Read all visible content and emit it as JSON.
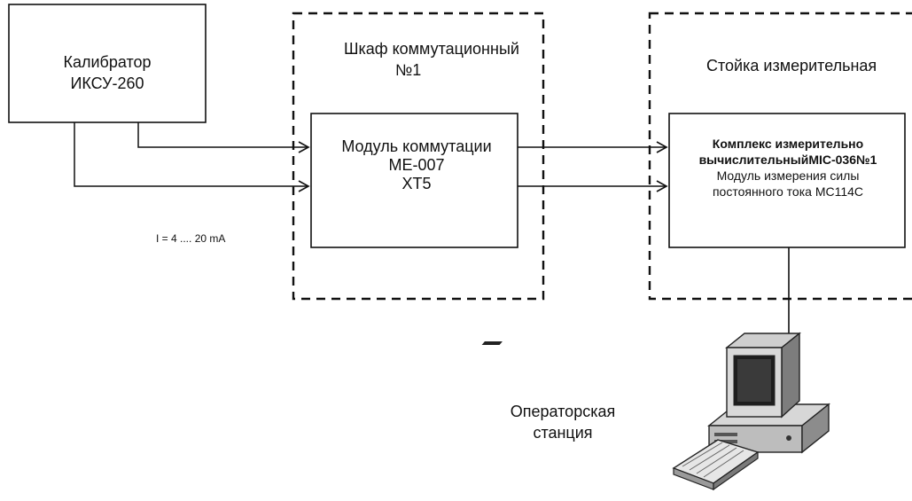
{
  "calibrator": {
    "line1": "Калибратор",
    "line2": "ИКСУ-260"
  },
  "current_range": "I = 4 .... 20 mA",
  "switch_cabinet": {
    "line1": "Шкаф коммутационный",
    "line2": "№1"
  },
  "switch_module": {
    "line1": "Модуль коммутации",
    "line2": "МЕ-007",
    "line3": "ХТ5"
  },
  "measuring_rack": {
    "title": "Стойка измерительная"
  },
  "complex": {
    "line1": "Комплекс измерительно",
    "line2": "вычислительныйМІС-036№1",
    "line3": "Модуль измерения силы",
    "line4": "постоянного тока МС114С"
  },
  "operator_station": {
    "line1": "Операторская",
    "line2": "станция"
  },
  "icons": {
    "workstation": "computer-workstation-icon"
  }
}
